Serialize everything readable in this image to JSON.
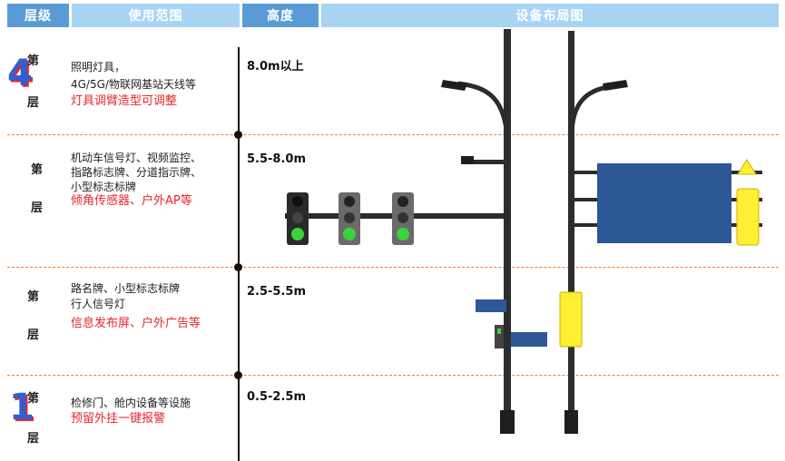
{
  "header": {
    "col_layer": "层级",
    "col_scope": "使用范围",
    "col_height": "高度",
    "col_layout": "设备布局图"
  },
  "layers": [
    {
      "number": "4",
      "char_top": "第",
      "char_bottom": "层",
      "lines": [
        "照明灯具，",
        "4G/5G/物联网基站天线等"
      ],
      "highlight": "灯具调臂造型可调整",
      "height": "8.0m以上"
    },
    {
      "number": "",
      "char_top": "第",
      "char_bottom": "层",
      "lines": [
        "机动车信号灯、视频监控、",
        "指路标志牌、分道指示牌、",
        "小型标志标牌"
      ],
      "highlight": "倾角传感器、户外AP等",
      "height": "5.5-8.0m"
    },
    {
      "number": "",
      "char_top": "第",
      "char_bottom": "层",
      "lines": [
        "路名牌、小型标志标牌",
        "行人信号灯"
      ],
      "highlight": "信息发布屏、户外广告等",
      "height": "2.5-5.5m"
    },
    {
      "number": "1",
      "char_top": "第",
      "char_bottom": "层",
      "lines": [
        "检修门、舱内设备等设施"
      ],
      "highlight": "预留外挂一键报警",
      "height": "0.5-2.5m"
    }
  ],
  "colors": {
    "header_light": "#a9d4f3",
    "header_dark": "#5b9bd5",
    "highlight": "#e8262a",
    "divider": "#ed7d31",
    "number": "#2f5fd0",
    "number_shadow": "#e8262a",
    "sign_blue": "#2e5796",
    "yellow_box": "#ffee33",
    "signal_green": "#3cd23c"
  }
}
